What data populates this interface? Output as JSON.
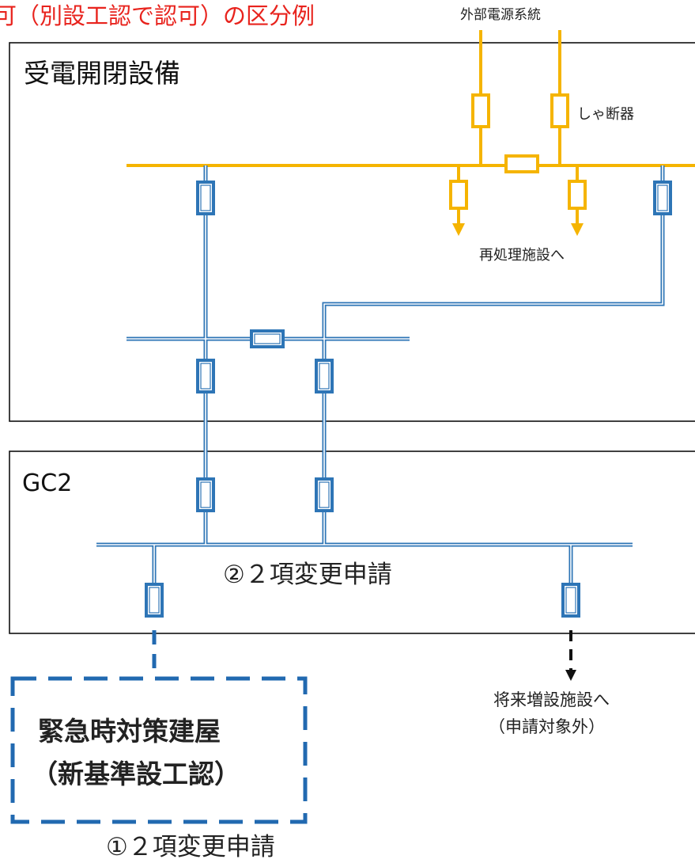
{
  "title": "可（別設工認で認可）の区分例",
  "colors": {
    "title": "#e8231d",
    "external_power": "#f5b400",
    "internal_bus": "#2e75b6",
    "emergency_box": "#2169b0",
    "frame": "#111111",
    "text": "#222222"
  },
  "labels": {
    "external_power": "外部電源系統",
    "breaker": "しゃ断器",
    "to_reprocessing": "再処理施設へ",
    "future_line1": "将来増設施設へ",
    "future_line2": "（申請対象外）",
    "application_2": "②２項変更申請",
    "application_1": "①２項変更申請"
  },
  "boxes": {
    "substation": "受電開閉設備",
    "gc2": "GC2",
    "emergency_line1": "緊急時対策建屋",
    "emergency_line2": "（新基準設工認）"
  }
}
